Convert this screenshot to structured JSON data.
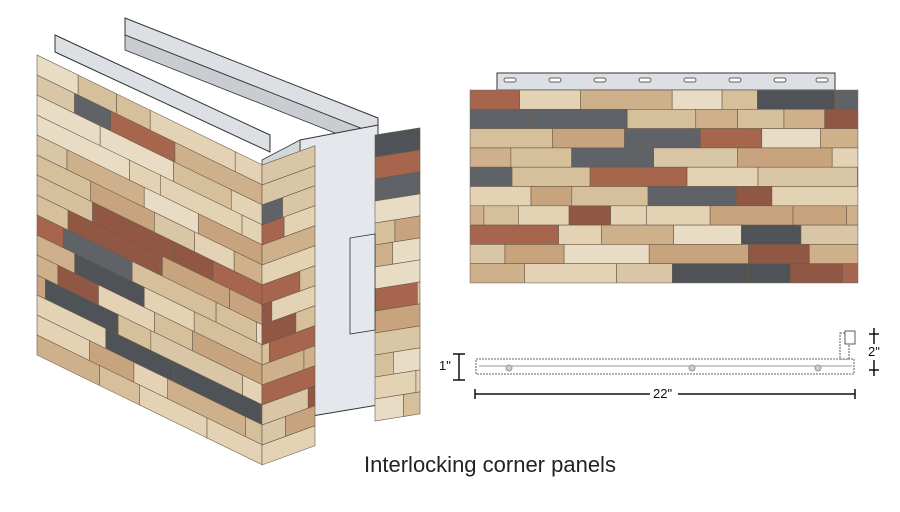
{
  "caption": "Interlocking corner panels",
  "dimensions": {
    "depth": "1\"",
    "return": "2\"",
    "width": "22\""
  },
  "palette": {
    "stones": [
      "#e3d2b4",
      "#d6bf9b",
      "#ceb08a",
      "#e9dcc4",
      "#c7a47e",
      "#a8654d",
      "#8f5744",
      "#5f6368",
      "#4f5358",
      "#d9c6a6"
    ],
    "metal": "#dcdfe3",
    "plate": "#e4e7ec",
    "outline": "#222222"
  }
}
